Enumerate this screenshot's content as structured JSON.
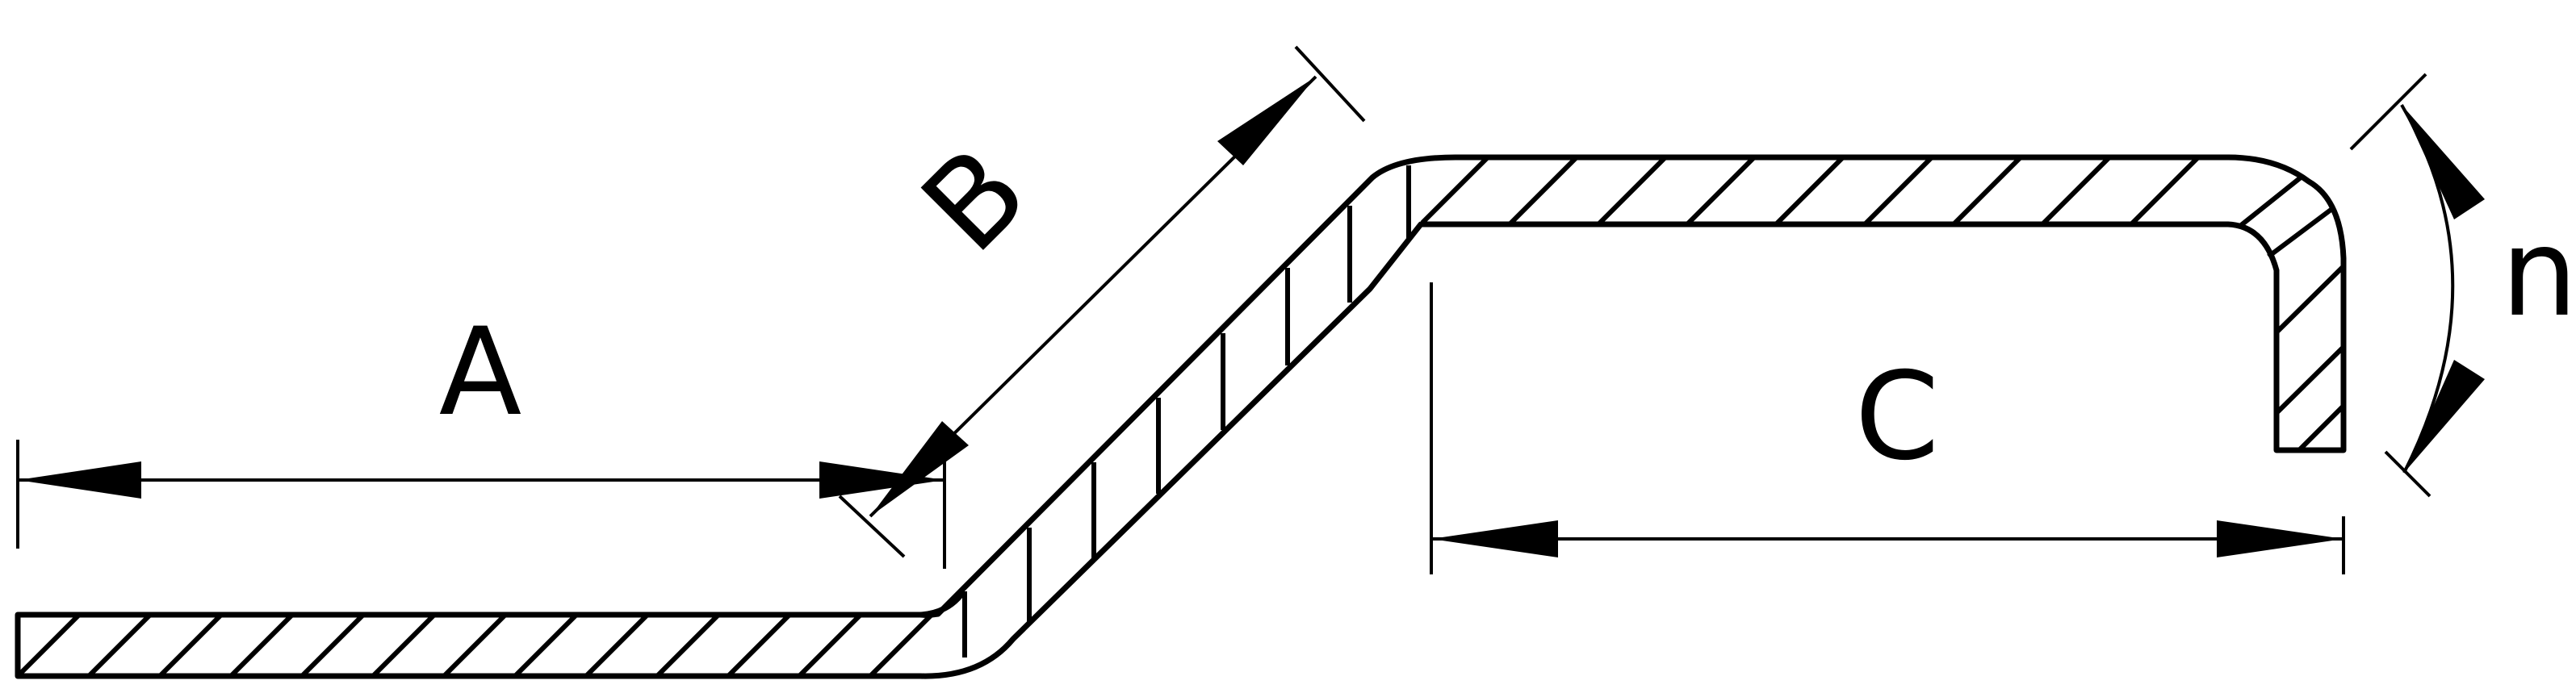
{
  "diagram": {
    "labels": {
      "a": "A",
      "b": "B",
      "c": "C",
      "n": "n"
    },
    "colors": {
      "stroke": "#000000",
      "background": "#ffffff"
    }
  }
}
